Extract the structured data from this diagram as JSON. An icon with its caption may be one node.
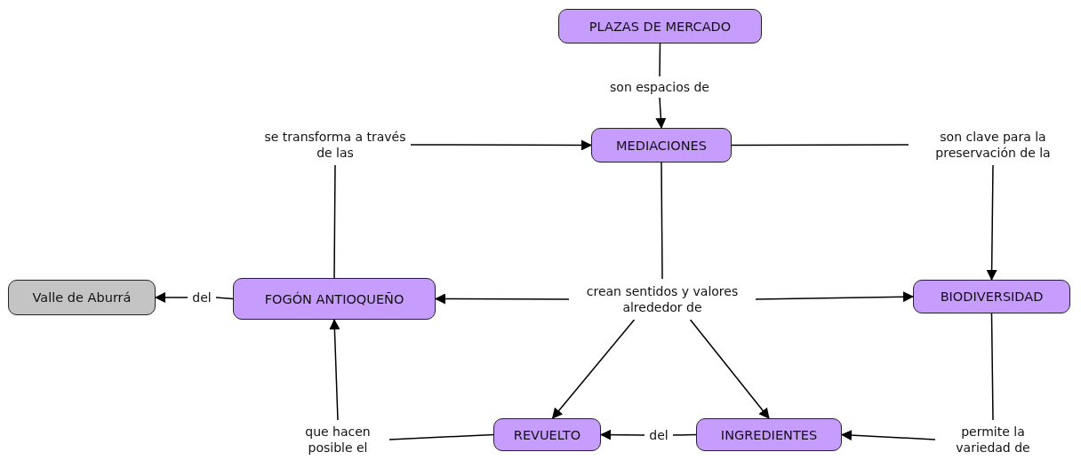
{
  "diagram": {
    "nodes": [
      {
        "text": [
          "PLAZAS DE MERCADO"
        ]
      },
      {
        "text": [
          "son espacios de"
        ]
      },
      {
        "text": [
          "MEDIACIONES"
        ]
      },
      {
        "text": [
          "se transforma a través de las"
        ]
      },
      {
        "text": [
          "son clave para la preservación de la"
        ]
      },
      {
        "text": [
          "Valle de Aburrá"
        ]
      },
      {
        "text": [
          "del"
        ]
      },
      {
        "text": [
          "FOGÓN ANTIOQUEÑO"
        ]
      },
      {
        "text": [
          "crean sentidos y valores alrededor de"
        ]
      },
      {
        "text": [
          "BIODIVERSIDAD"
        ]
      },
      {
        "text": [
          "que hacen posible el"
        ]
      },
      {
        "text": [
          "REVUELTO"
        ]
      },
      {
        "text": [
          "del"
        ]
      },
      {
        "text": [
          "INGREDIENTES"
        ]
      },
      {
        "text": [
          "permite la variedad de"
        ]
      }
    ],
    "edges": [
      {
        "from": 0,
        "to": 1,
        "arrow": "none"
      },
      {
        "from": 1,
        "to": 2,
        "arrow": "to"
      },
      {
        "from": 7,
        "to": 3,
        "arrow": "none"
      },
      {
        "from": 3,
        "to": 2,
        "arrow": "to"
      },
      {
        "from": 2,
        "to": 4,
        "arrow": "none"
      },
      {
        "from": 4,
        "to": 9,
        "arrow": "to"
      },
      {
        "from": 2,
        "to": 8,
        "arrow": "none"
      },
      {
        "from": 8,
        "to": 7,
        "arrow": "to"
      },
      {
        "from": 8,
        "to": 9,
        "arrow": "to"
      },
      {
        "from": 8,
        "to": 11,
        "arrow": "to"
      },
      {
        "from": 8,
        "to": 13,
        "arrow": "to"
      },
      {
        "from": 7,
        "to": 6,
        "arrow": "none"
      },
      {
        "from": 6,
        "to": 5,
        "arrow": "to"
      },
      {
        "from": 11,
        "to": 10,
        "arrow": "none"
      },
      {
        "from": 10,
        "to": 7,
        "arrow": "to"
      },
      {
        "from": 13,
        "to": 12,
        "arrow": "none"
      },
      {
        "from": 12,
        "to": 11,
        "arrow": "to"
      },
      {
        "from": 9,
        "to": 14,
        "arrow": "none"
      },
      {
        "from": 14,
        "to": 13,
        "arrow": "to"
      }
    ]
  }
}
